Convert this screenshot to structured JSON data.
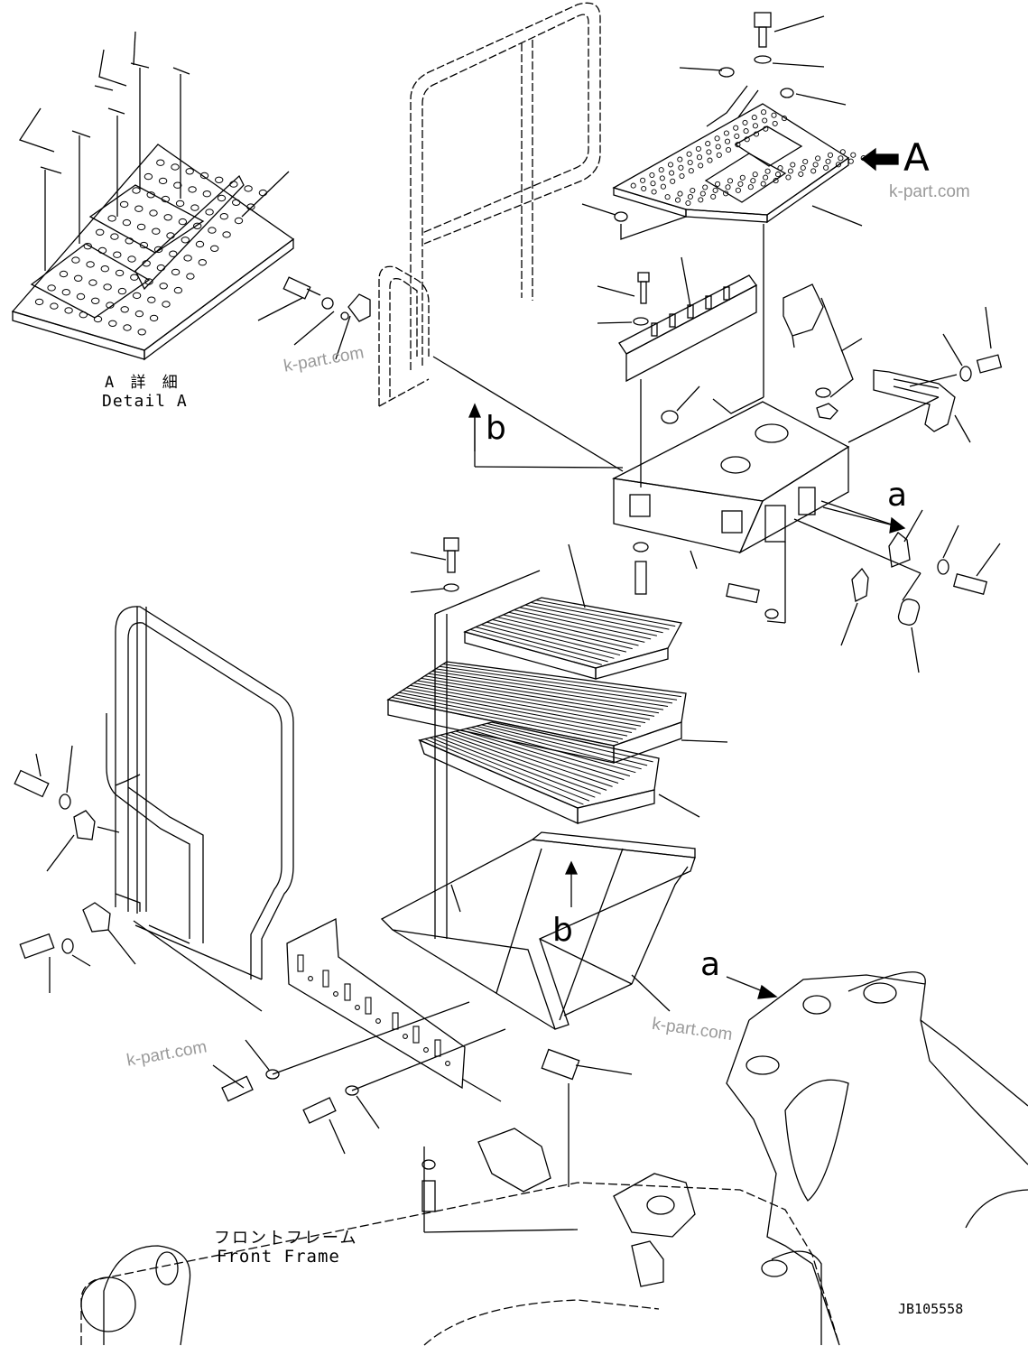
{
  "labels": {
    "detail_title_jp": "A 詳 細",
    "detail_title_en": "Detail A",
    "view_a": "A",
    "arrow_b_top": "b",
    "arrow_a_right": "a",
    "arrow_b_frame": "b",
    "arrow_a_frame": "a",
    "front_frame_jp": "フロントフレーム",
    "front_frame_en": "Front Frame",
    "drawing_number": "JB105558"
  },
  "watermarks": [
    "k-part.com",
    "k-part.com",
    "k-part.com",
    "k-part.com"
  ],
  "colors": {
    "line": "#000000",
    "watermark": "#9a9a9a",
    "background": "#ffffff"
  }
}
